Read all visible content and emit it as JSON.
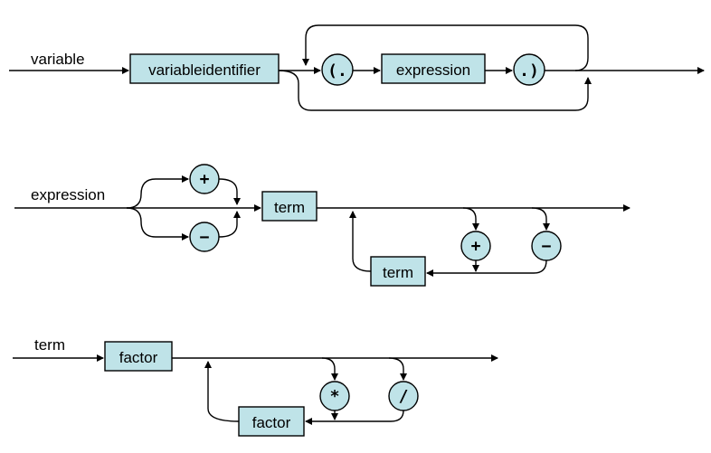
{
  "diagrams": {
    "variable": {
      "label": "variable",
      "boxes": {
        "variableidentifier": "variableidentifier",
        "expression": "expression"
      },
      "terminals": {
        "open": "(.",
        "close": ".)"
      }
    },
    "expression": {
      "label": "expression",
      "boxes": {
        "term": "term",
        "term_loop": "term"
      },
      "terminals": {
        "plus_sign": "+",
        "minus_sign": "−",
        "plus_op": "+",
        "minus_op": "−"
      }
    },
    "term": {
      "label": "term",
      "boxes": {
        "factor": "factor",
        "factor_loop": "factor"
      },
      "terminals": {
        "times": "*",
        "divide": "/"
      }
    }
  }
}
